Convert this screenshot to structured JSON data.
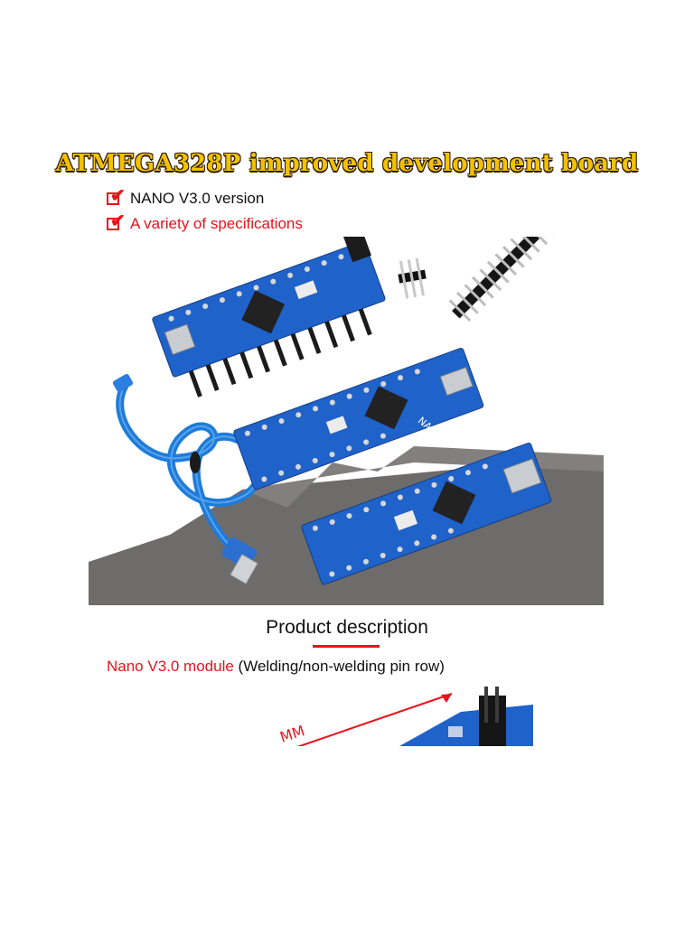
{
  "header": {
    "title": "ATMEGA328P improved development board"
  },
  "features": [
    {
      "icon": "checkbox-checked-icon",
      "text": "NANO V3.0 version",
      "color": "#111111"
    },
    {
      "icon": "checkbox-checked-icon",
      "text": "A variety of specifications",
      "color": "#e8131b"
    }
  ],
  "colors": {
    "title_fill": "#f2c200",
    "accent_red": "#e8131b",
    "board_blue": "#1f62c9",
    "backdrop_gray": "#6e6b6b"
  },
  "product_description": {
    "heading": "Product description",
    "module_name": "Nano V3.0 module",
    "module_detail": " (Welding/non-welding pin row)",
    "dimension_arrow_text": "MM"
  },
  "board_labels": {
    "board_name": "NANO"
  }
}
